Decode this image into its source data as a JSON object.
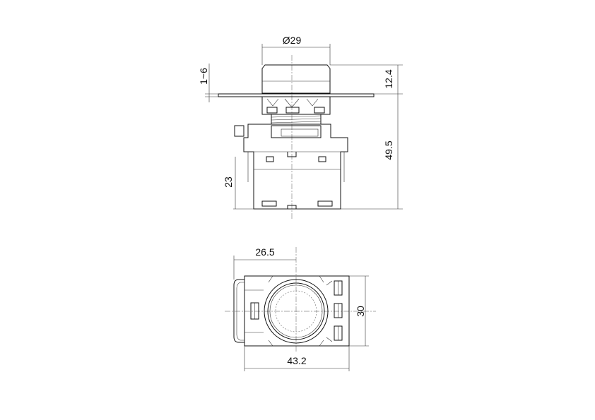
{
  "drawing": {
    "front_view": {
      "dimensions": {
        "cap_diameter": "Ø29",
        "panel_thickness": "1~6",
        "cap_height": "12.4",
        "body_depth": "49.5",
        "contact_block_height": "23"
      }
    },
    "bottom_view": {
      "dimensions": {
        "center_offset": "26.5",
        "width": "30",
        "total_length": "43.2"
      }
    }
  }
}
